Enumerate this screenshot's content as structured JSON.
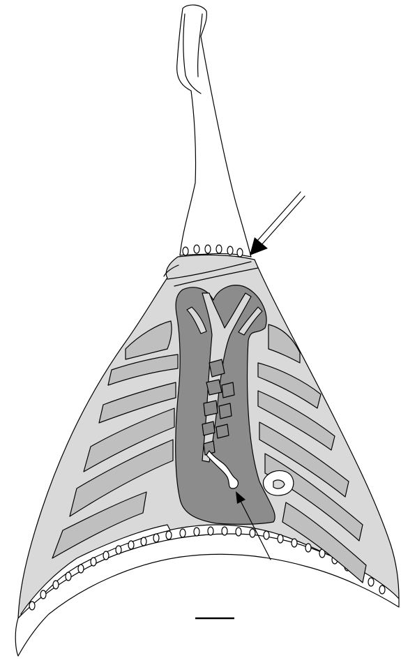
{
  "diagram": {
    "colors": {
      "background": "#ffffff",
      "tissue_light": "#d9d9d9",
      "tissue_mid": "#bfbfbf",
      "tissue_dark": "#8c8c8c",
      "outline": "#000000"
    },
    "annotations": [
      {
        "id": "double-arrow",
        "style": "hollow double-shaft arrow",
        "direction": "down-left"
      },
      {
        "id": "single-arrow",
        "style": "solid arrow",
        "direction": "up-left"
      }
    ],
    "scale_bar": {
      "label": ""
    }
  }
}
